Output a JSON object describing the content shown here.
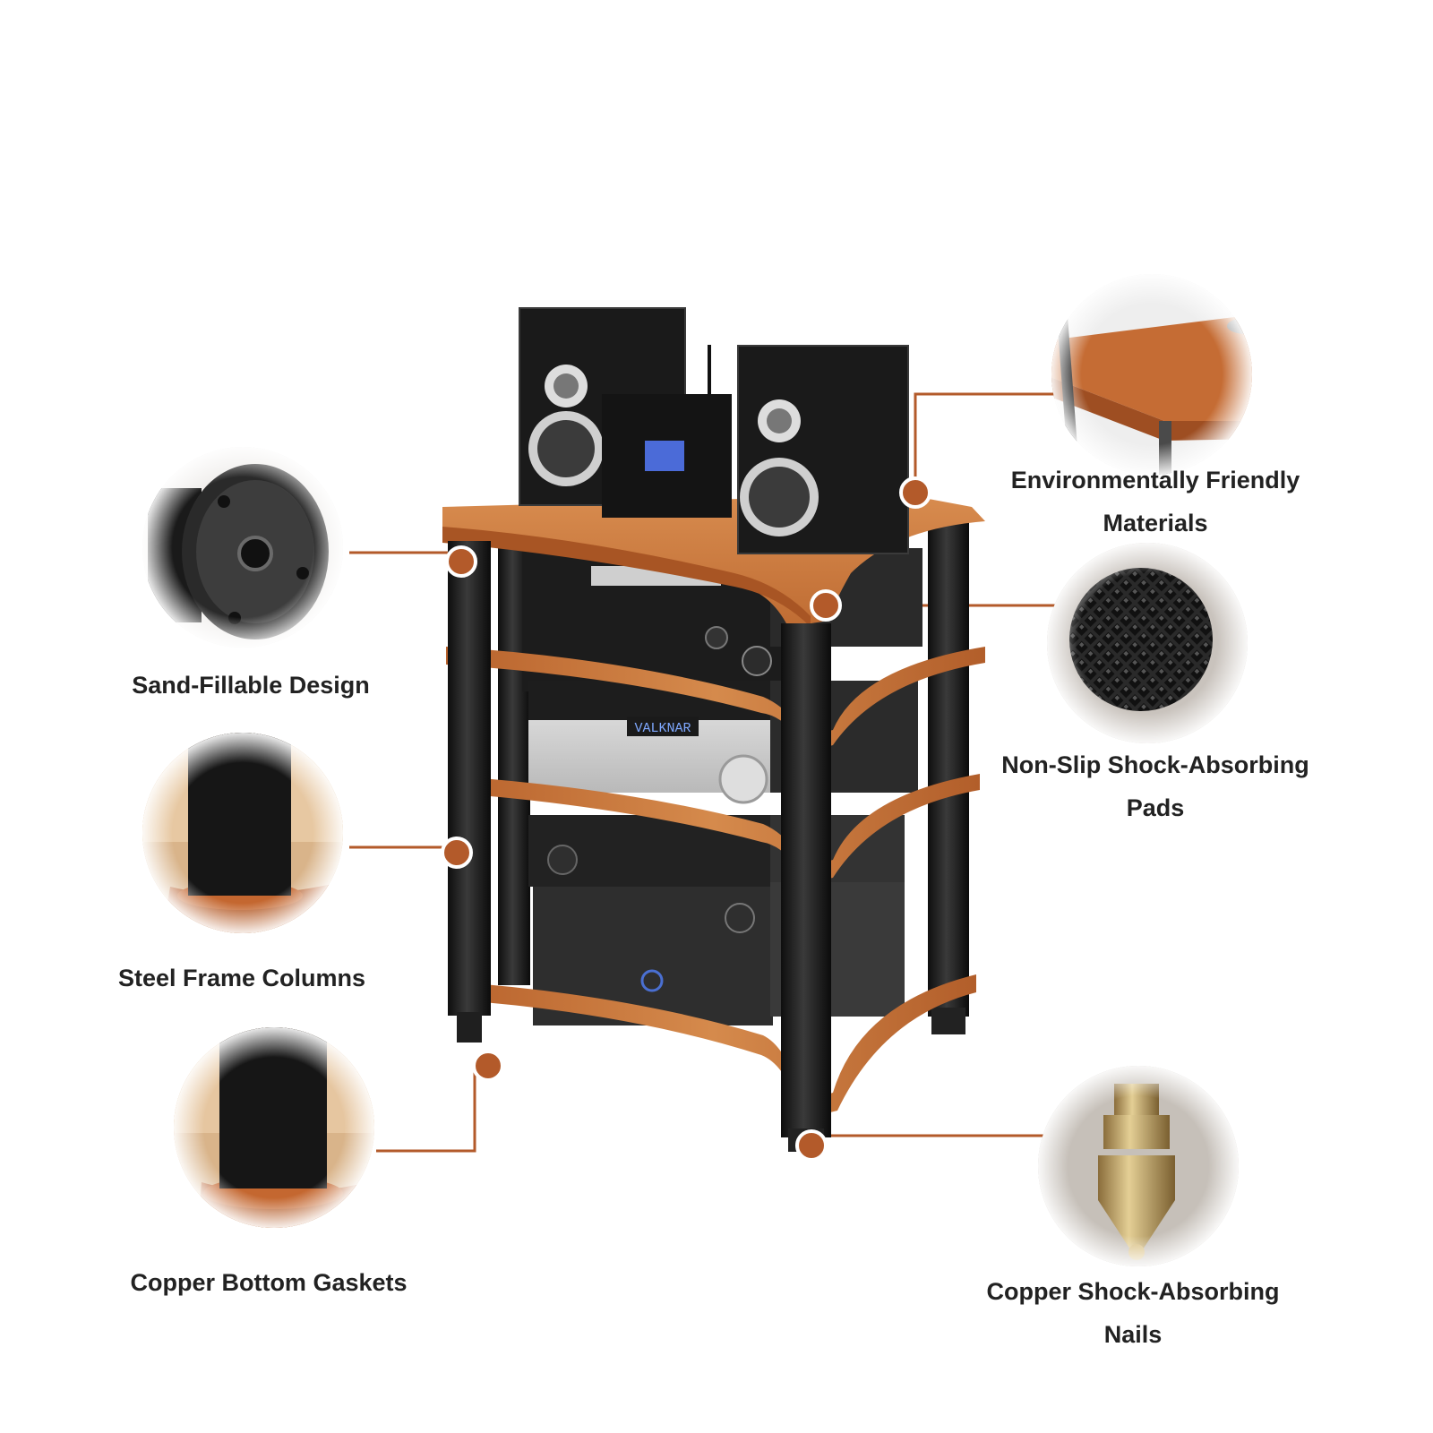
{
  "accent_color": "#b35a2a",
  "wood_color": "#c8773c",
  "column_color": "#1b1b1b",
  "features": {
    "environmentally_friendly": {
      "line1": "Environmentally Friendly",
      "line2": "Materials",
      "icon": "wood-shelf-corner-icon"
    },
    "sand_fillable": {
      "line1": "Sand-Fillable Design",
      "icon": "column-base-icon"
    },
    "non_slip_pads": {
      "line1": "Non-Slip Shock-Absorbing",
      "line2": "Pads",
      "icon": "rubber-pad-icon"
    },
    "steel_columns": {
      "line1": "Steel Frame Columns",
      "icon": "steel-column-icon"
    },
    "copper_gaskets": {
      "line1": "Copper Bottom Gaskets",
      "icon": "copper-gasket-icon"
    },
    "copper_nails": {
      "line1": "Copper Shock-Absorbing",
      "line2": "Nails",
      "icon": "copper-spike-icon"
    }
  }
}
